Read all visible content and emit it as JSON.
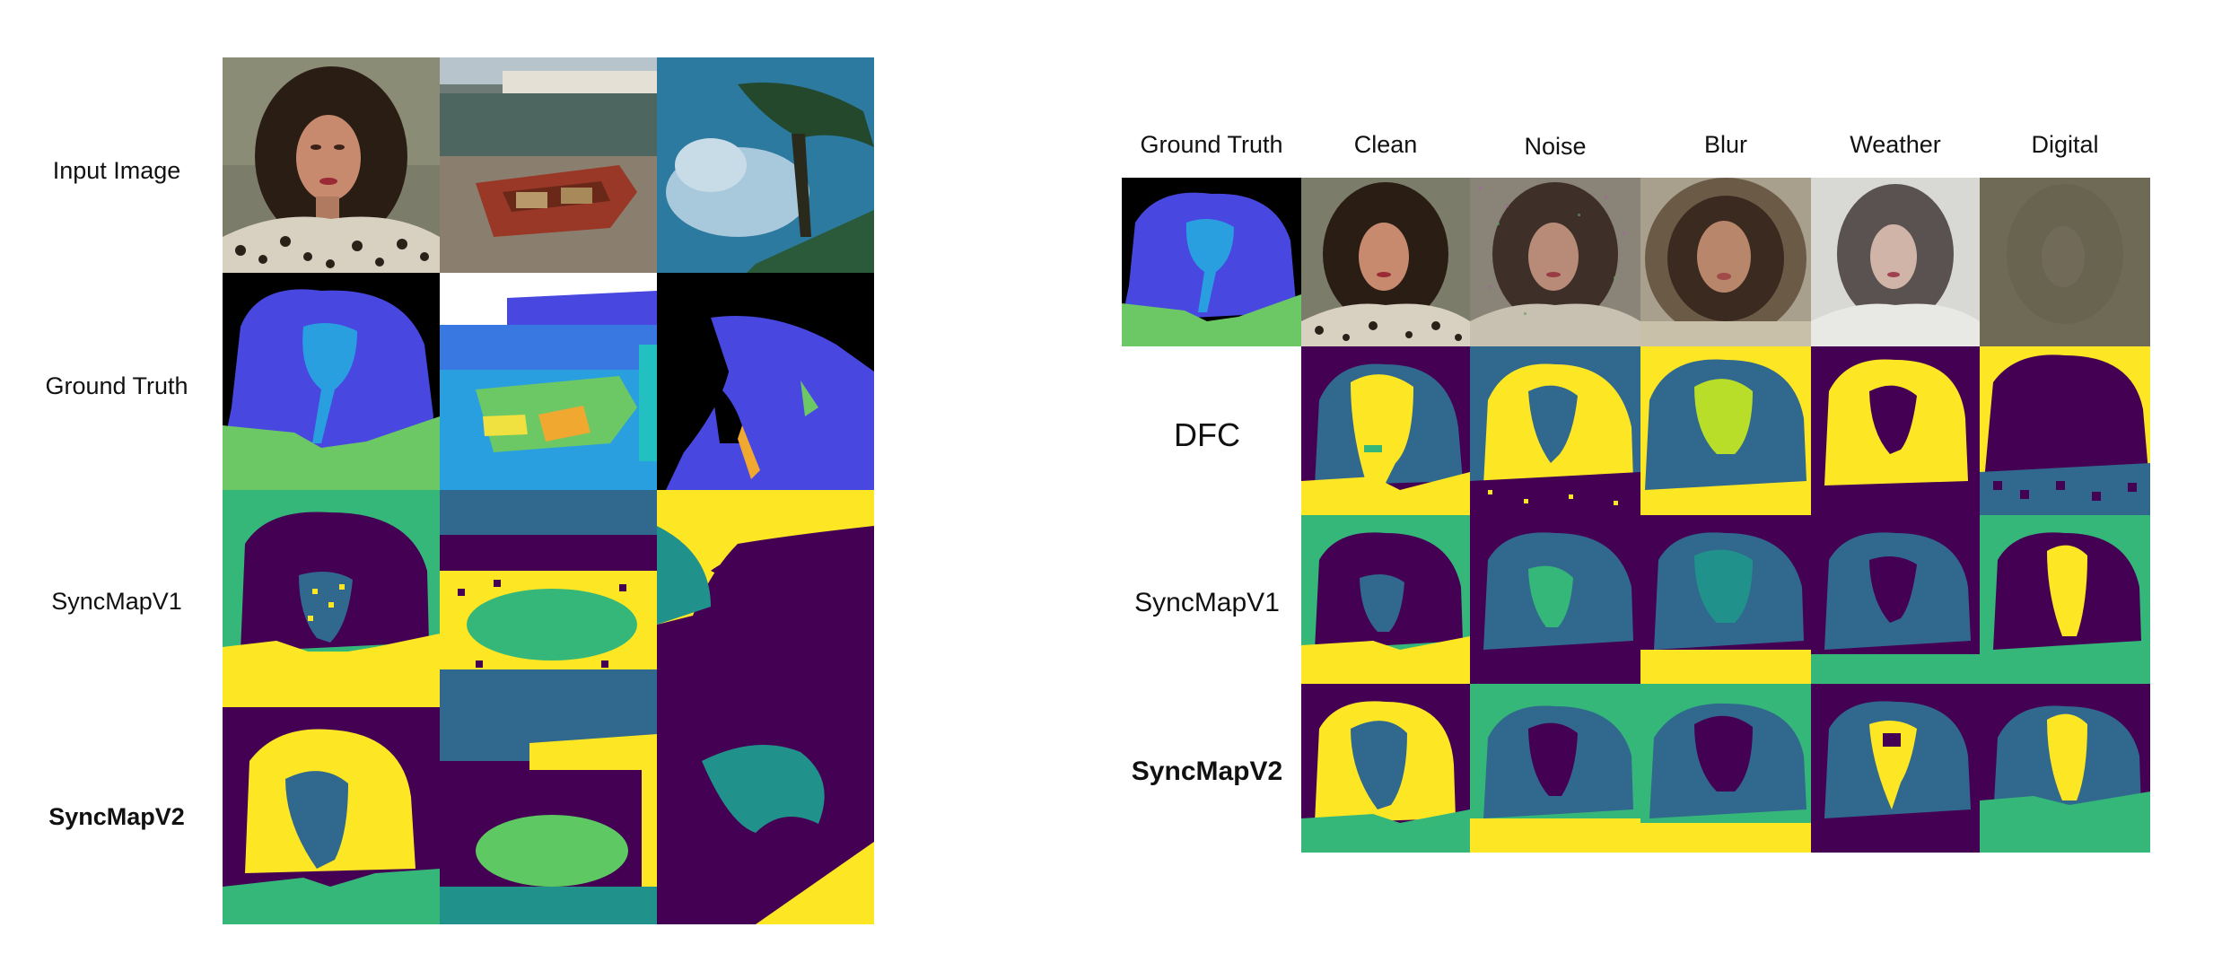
{
  "left_panel": {
    "row_labels": [
      {
        "text": "Input Image",
        "bold": false
      },
      {
        "text": "Ground Truth",
        "bold": false
      },
      {
        "text": "SyncMapV1",
        "bold": false
      },
      {
        "text": "SyncMapV2",
        "bold": true
      }
    ]
  },
  "right_panel": {
    "column_labels": [
      "Ground Truth",
      "Clean",
      "Noise",
      "Blur",
      "Weather",
      "Digital"
    ],
    "row_labels": [
      {
        "text": "DFC",
        "bold": false
      },
      {
        "text": "SyncMapV1",
        "bold": false
      },
      {
        "text": "SyncMapV2",
        "bold": true
      }
    ]
  },
  "colors": {
    "viridis_purple": "#440154",
    "viridis_blue": "#31688e",
    "viridis_teal": "#21918c",
    "viridis_green": "#35b779",
    "viridis_yellow": "#fde725",
    "gt_blue": "#4848e0",
    "gt_cyan": "#2a9fe0",
    "gt_green": "#6cc864"
  }
}
